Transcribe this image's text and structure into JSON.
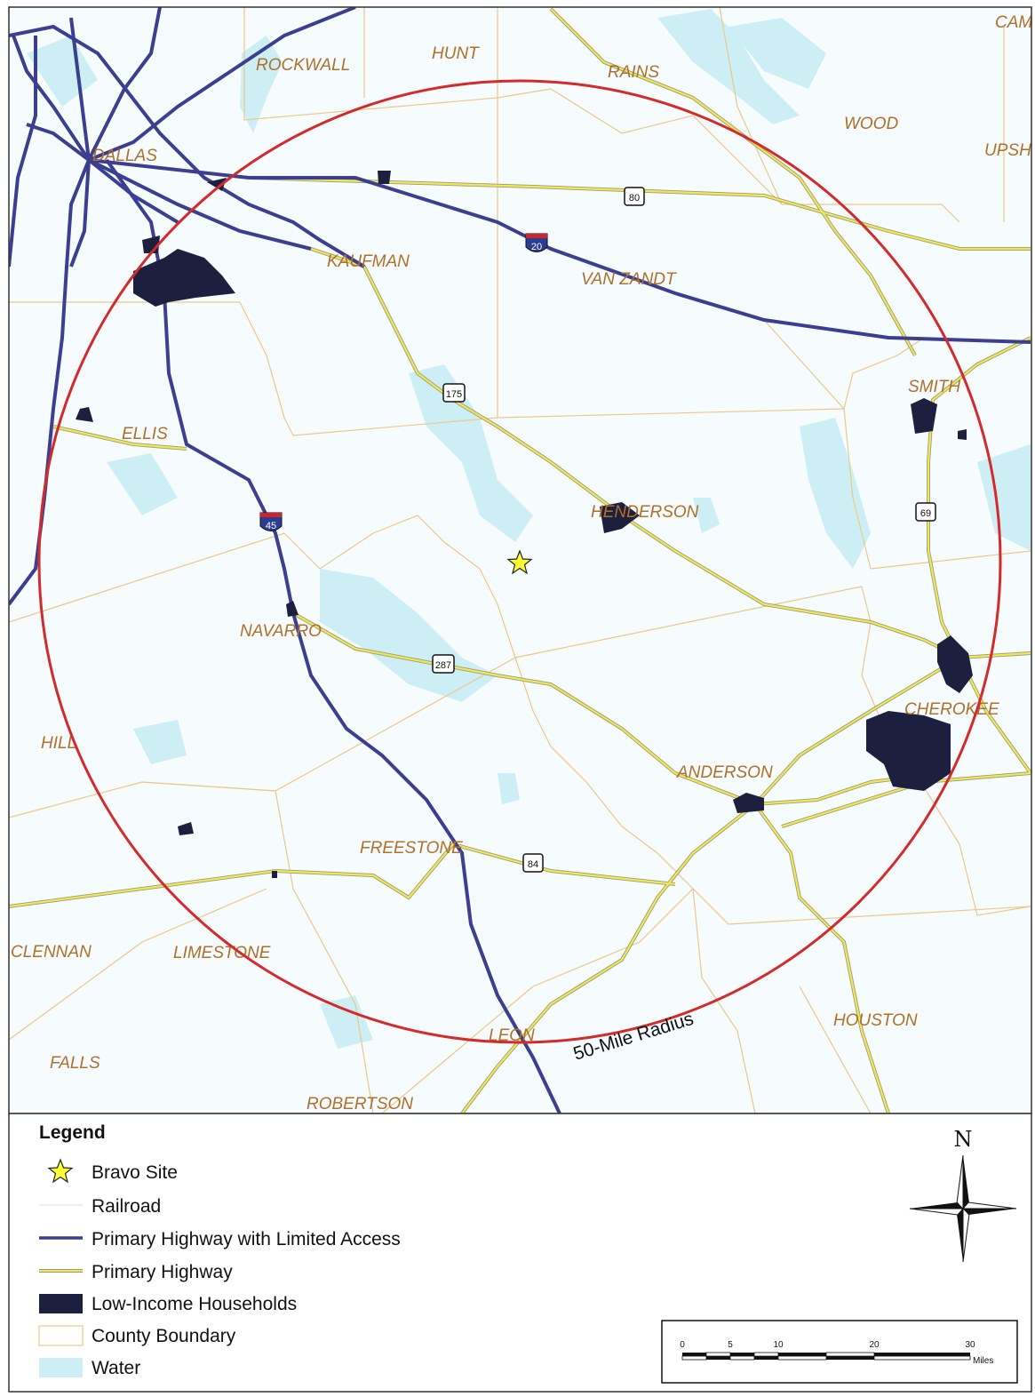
{
  "map": {
    "counties": [
      {
        "key": "rockwall",
        "label": "ROCKWALL"
      },
      {
        "key": "hunt",
        "label": "HUNT"
      },
      {
        "key": "rains",
        "label": "RAINS"
      },
      {
        "key": "wood",
        "label": "WOOD"
      },
      {
        "key": "upshur",
        "label": "UPSH"
      },
      {
        "key": "camp",
        "label": "CAM"
      },
      {
        "key": "dallas",
        "label": "DALLAS"
      },
      {
        "key": "kaufman",
        "label": "KAUFMAN"
      },
      {
        "key": "van_zandt",
        "label": "VAN ZANDT"
      },
      {
        "key": "smith",
        "label": "SMITH"
      },
      {
        "key": "ellis",
        "label": "ELLIS"
      },
      {
        "key": "henderson",
        "label": "HENDERSON"
      },
      {
        "key": "navarro",
        "label": "NAVARRO"
      },
      {
        "key": "cherokee",
        "label": "CHEROKEE"
      },
      {
        "key": "hill",
        "label": "HILL"
      },
      {
        "key": "anderson",
        "label": "ANDERSON"
      },
      {
        "key": "freestone",
        "label": "FREESTONE"
      },
      {
        "key": "mclennan",
        "label": "CLENNAN"
      },
      {
        "key": "limestone",
        "label": "LIMESTONE"
      },
      {
        "key": "houston",
        "label": "HOUSTON"
      },
      {
        "key": "leon",
        "label": "LEON"
      },
      {
        "key": "falls",
        "label": "FALLS"
      },
      {
        "key": "robertson",
        "label": "ROBERTSON"
      }
    ],
    "route_shields": [
      {
        "key": "us80",
        "label": "80",
        "type": "us"
      },
      {
        "key": "i20",
        "label": "20",
        "type": "interstate"
      },
      {
        "key": "us175",
        "label": "175",
        "type": "us"
      },
      {
        "key": "us69",
        "label": "69",
        "type": "us"
      },
      {
        "key": "i45",
        "label": "45",
        "type": "interstate"
      },
      {
        "key": "us287",
        "label": "287",
        "type": "us"
      },
      {
        "key": "us84",
        "label": "84",
        "type": "us"
      }
    ],
    "radius_label": "50-Mile Radius",
    "colors": {
      "water": "#cdeef5",
      "limited_access": "#3c3f8f",
      "primary_highway": "#f2e94b",
      "county_boundary": "#e8c98a",
      "low_income": "#1c1f3d",
      "radius_circle": "#d42a2a",
      "site_star": "#ffff33"
    }
  },
  "legend": {
    "title": "Legend",
    "items": [
      {
        "key": "site",
        "label": "Bravo Site",
        "icon": "star-icon"
      },
      {
        "key": "railroad",
        "label": "Railroad",
        "icon": "railroad-line-icon"
      },
      {
        "key": "limited",
        "label": "Primary Highway with Limited Access",
        "icon": "limited-highway-line-icon"
      },
      {
        "key": "primary",
        "label": "Primary Highway",
        "icon": "primary-highway-line-icon"
      },
      {
        "key": "lowincome",
        "label": "Low-Income Households",
        "icon": "low-income-swatch-icon"
      },
      {
        "key": "county",
        "label": "County Boundary",
        "icon": "county-boundary-swatch-icon"
      },
      {
        "key": "water",
        "label": "Water",
        "icon": "water-swatch-icon"
      }
    ]
  },
  "north_arrow": {
    "label": "N",
    "icon": "compass-rose-icon"
  },
  "scale_bar": {
    "ticks": [
      "0",
      "5",
      "10",
      "20",
      "30"
    ],
    "unit": "Miles"
  }
}
